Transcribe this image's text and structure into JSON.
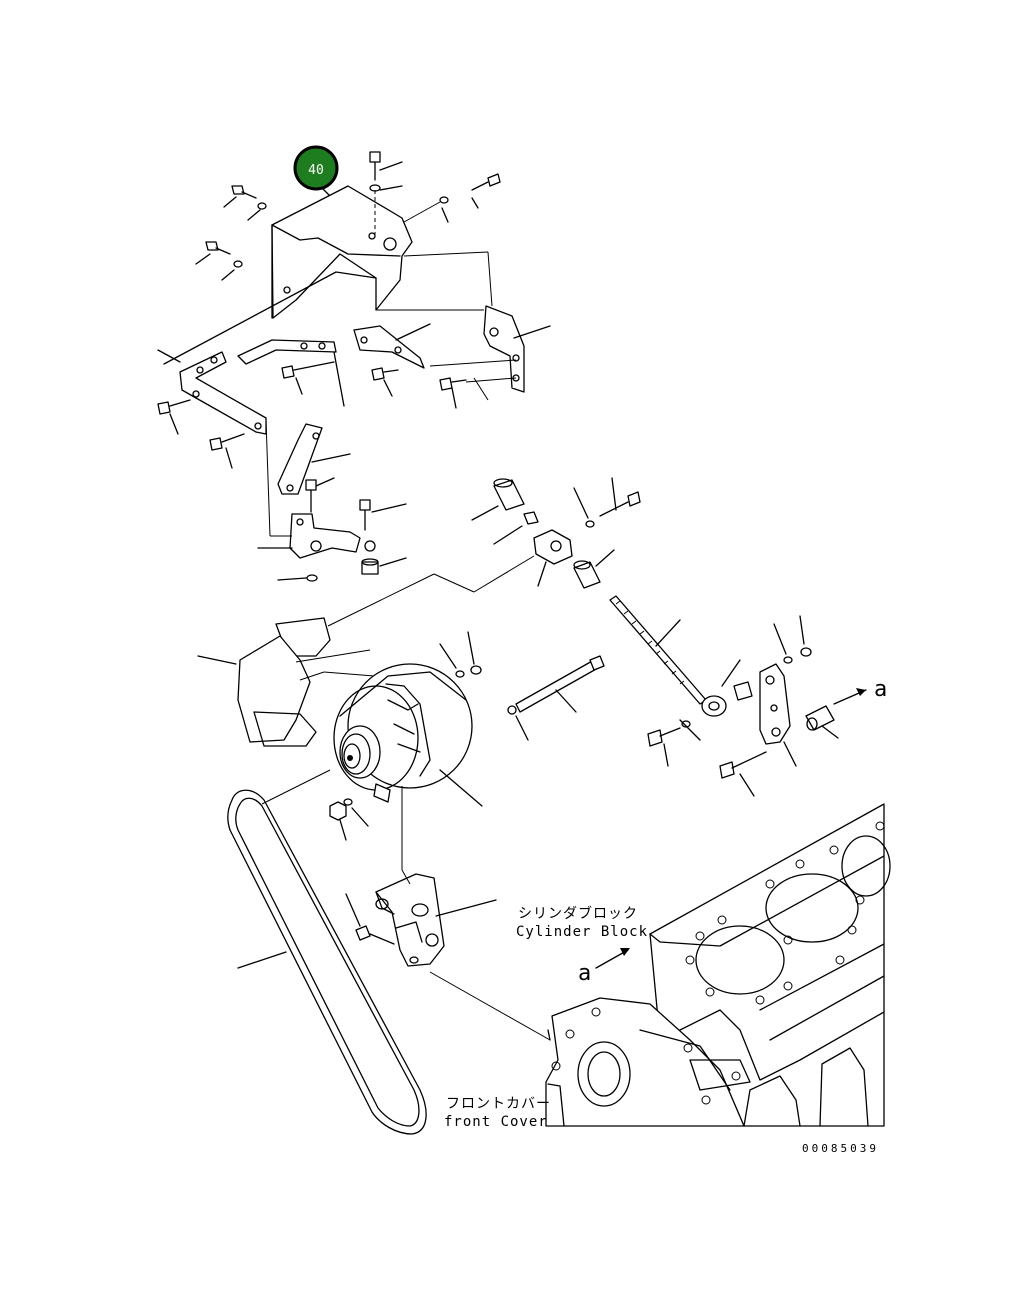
{
  "callout": {
    "number": "40",
    "color": "#1e7d1e"
  },
  "labels": {
    "cylinder_block_jp": "シリンダブロック",
    "cylinder_block_en": "Cylinder Block",
    "front_cover_jp": "フロントカバー",
    "front_cover_en": "front Cover",
    "view_arrow_a1": "a",
    "view_arrow_a2": "a"
  },
  "figure_id": "00085039"
}
